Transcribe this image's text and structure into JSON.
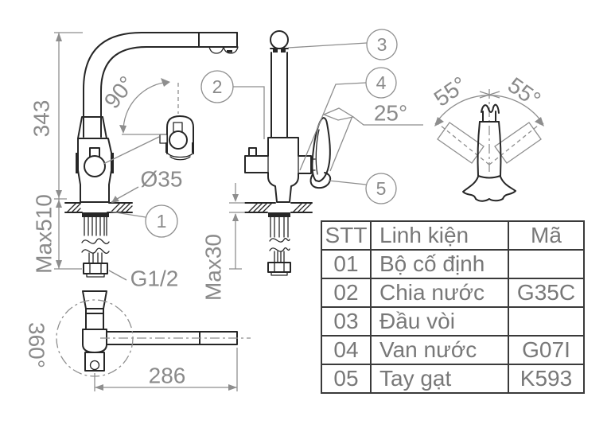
{
  "colors": {
    "background": "#ffffff",
    "drawing_line": "#262626",
    "annotation_gray": "#8e8e8e",
    "table_border": "#3a3a3a",
    "table_text": "#787878"
  },
  "views": {
    "side_view": {
      "dims": {
        "height": "343",
        "under_counter_max": "Max510",
        "spray_swivel": "90°",
        "hole_diameter": "Ø35",
        "thread": "G1/2"
      },
      "callout": "1"
    },
    "front_view": {
      "dims": {
        "handle_tilt": "25°",
        "counter_thickness_max": "Max30"
      },
      "callouts": [
        "2",
        "3",
        "4",
        "5"
      ]
    },
    "top_view": {
      "dims": {
        "spout_swivel": "360°",
        "spout_reach": "286"
      }
    },
    "handle_swing_view": {
      "dims": {
        "swing_left": "55°",
        "swing_right": "55°"
      }
    }
  },
  "table": {
    "headers": [
      "STT",
      "Linh kiện",
      "Mã"
    ],
    "rows": [
      [
        "01",
        "Bộ cố định",
        ""
      ],
      [
        "02",
        "Chia nước",
        "G35C"
      ],
      [
        "03",
        "Đầu vòi",
        ""
      ],
      [
        "04",
        "Van nước",
        "G07I"
      ],
      [
        "05",
        "Tay gạt",
        "K593"
      ]
    ]
  }
}
